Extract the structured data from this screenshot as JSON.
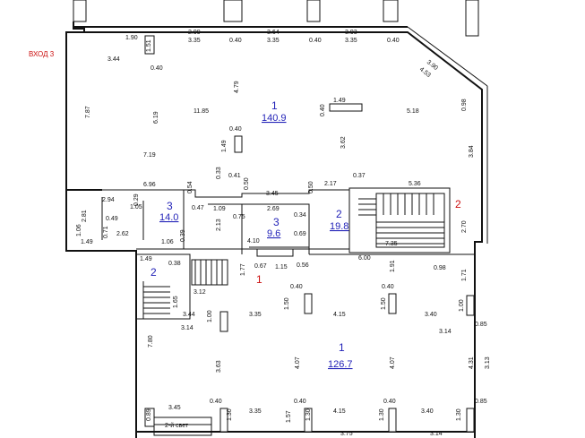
{
  "entrance_label": "ВХОД 3",
  "exit_label": "2-й свет",
  "rooms": [
    {
      "id": "room-1-top",
      "number": "1",
      "area": "140.9"
    },
    {
      "id": "room-3-left",
      "number": "3",
      "area": "14.0"
    },
    {
      "id": "room-3-mid",
      "number": "3",
      "area": "9.6"
    },
    {
      "id": "room-2-mid",
      "number": "2",
      "area": "19.8"
    },
    {
      "id": "room-1-bottom",
      "number": "1",
      "area": "126.7"
    },
    {
      "id": "room-2-left",
      "number": "2",
      "area": ""
    }
  ],
  "markers": [
    "2",
    "1"
  ],
  "dims": [
    "1.90",
    "1.51",
    "2.99",
    "3.35",
    "0.40",
    "3.64",
    "3.35",
    "0.40",
    "3.93",
    "3.35",
    "0.40",
    "3.44",
    "0.40",
    "3.90",
    "4.53",
    "7.87",
    "6.19",
    "4.79",
    "11.85",
    "0.40",
    "1.49",
    "5.18",
    "0.98",
    "0.40",
    "7.19",
    "1.49",
    "3.62",
    "3.84",
    "0.33",
    "0.41",
    "0.37",
    "6.96",
    "0.50",
    "0.54",
    "3.45",
    "0.50",
    "2.17",
    "5.36",
    "2.94",
    "0.29",
    "0.47",
    "1.05",
    "1.09",
    "2.69",
    "0.34",
    "2.81",
    "0.49",
    "2.13",
    "0.75",
    "4.10",
    "0.69",
    "2.70",
    "1.06",
    "0.71",
    "2.62",
    "0.39",
    "1.06",
    "1.49",
    "7.35",
    "6.00",
    "0.98",
    "1.49",
    "0.38",
    "1.77",
    "0.67",
    "1.15",
    "0.56",
    "1.91",
    "1.71",
    "3.12",
    "0.40",
    "0.40",
    "1.65",
    "3.44",
    "1.00",
    "3.35",
    "1.50",
    "4.15",
    "1.50",
    "3.40",
    "1.00",
    "0.85",
    "7.80",
    "3.14",
    "3.14",
    "3.63",
    "4.07",
    "4.07",
    "4.31",
    "3.13",
    "3.45",
    "0.40",
    "0.40",
    "0.40",
    "0.85",
    "0.89",
    "1.30",
    "3.35",
    "1.57",
    "1.30",
    "4.15",
    "1.30",
    "3.40",
    "1.30",
    "3.75",
    "3.14"
  ]
}
